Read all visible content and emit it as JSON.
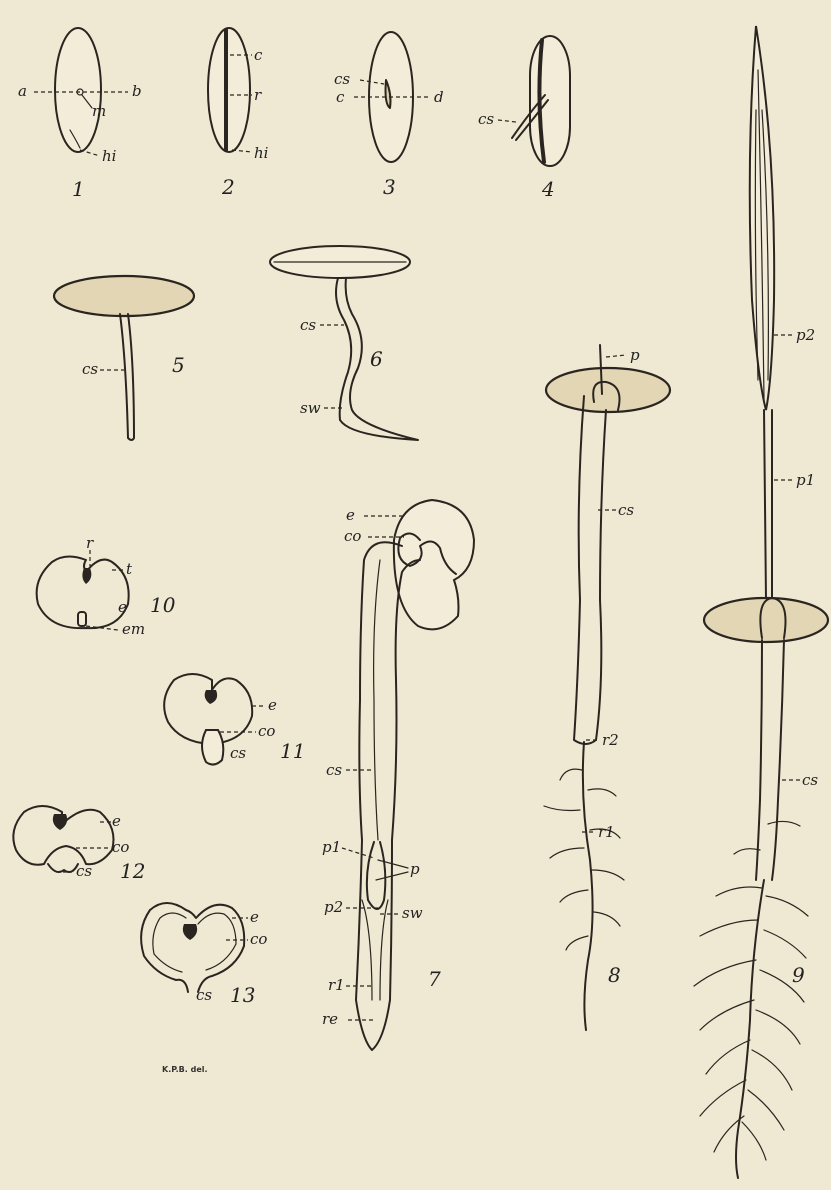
{
  "credit": "K.P.B. del.",
  "figures": [
    {
      "number": "1",
      "labels": [
        "a",
        "b",
        "m",
        "hi"
      ]
    },
    {
      "number": "2",
      "labels": [
        "c",
        "r",
        "hi"
      ]
    },
    {
      "number": "3",
      "labels": [
        "cs",
        "c",
        "d"
      ]
    },
    {
      "number": "4",
      "labels": [
        "cs"
      ]
    },
    {
      "number": "5",
      "labels": [
        "cs"
      ]
    },
    {
      "number": "6",
      "labels": [
        "cs",
        "sw"
      ]
    },
    {
      "number": "7",
      "labels": [
        "e",
        "co",
        "cs",
        "p1",
        "p",
        "p2",
        "sw",
        "r1",
        "re"
      ]
    },
    {
      "number": "8",
      "labels": [
        "p",
        "cs",
        "r2",
        "r1"
      ]
    },
    {
      "number": "9",
      "labels": [
        "p2",
        "p1",
        "cs"
      ]
    },
    {
      "number": "10",
      "labels": [
        "r",
        "t",
        "e",
        "em"
      ]
    },
    {
      "number": "11",
      "labels": [
        "e",
        "co",
        "cs"
      ]
    },
    {
      "number": "12",
      "labels": [
        "e",
        "co",
        "cs"
      ]
    },
    {
      "number": "13",
      "labels": [
        "e",
        "co",
        "cs"
      ]
    }
  ]
}
